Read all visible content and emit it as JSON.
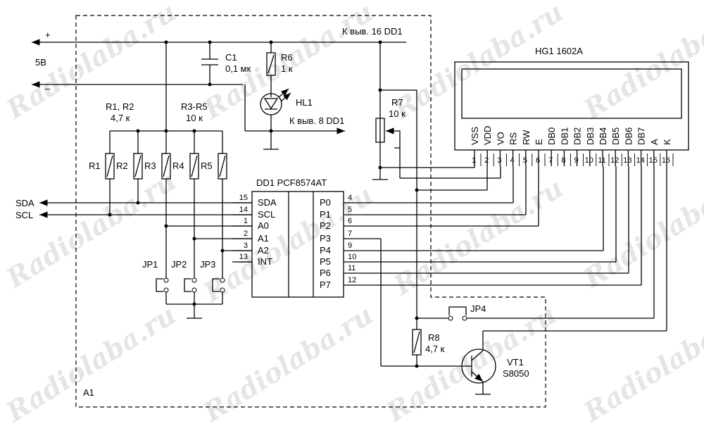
{
  "watermark": "Radiolaba.ru",
  "supply": {
    "plus": "+",
    "minus": "–",
    "voltage": "5В"
  },
  "block_label": "A1",
  "net_labels": {
    "pin16": "К выв. 16 DD1",
    "pin8": "К выв. 8 DD1"
  },
  "c1": {
    "name": "C1",
    "value": "0,1 мк"
  },
  "r6": {
    "name": "R6",
    "value": "1 к"
  },
  "hl1": "HL1",
  "r12_group": {
    "name": "R1, R2",
    "value": "4,7 к"
  },
  "r35_group": {
    "name": "R3-R5",
    "value": "10 к"
  },
  "resistors": [
    "R1",
    "R2",
    "R3",
    "R4",
    "R5"
  ],
  "r7": {
    "name": "R7",
    "value": "10 к"
  },
  "r8": {
    "name": "R8",
    "value": "4,7 к"
  },
  "vt1": {
    "name": "VT1",
    "part": "S8050"
  },
  "jp4": "JP4",
  "jumpers": [
    "JP1",
    "JP2",
    "JP3"
  ],
  "bus": {
    "sda": "SDA",
    "scl": "SCL"
  },
  "ic": {
    "title": "DD1 PCF8574AT",
    "left_pins": [
      {
        "num": "15",
        "name": "SDA"
      },
      {
        "num": "14",
        "name": "SCL"
      },
      {
        "num": "1",
        "name": "A0"
      },
      {
        "num": "2",
        "name": "A1"
      },
      {
        "num": "3",
        "name": "A2"
      },
      {
        "num": "13",
        "name": "INT"
      }
    ],
    "right_pins": [
      {
        "num": "4",
        "name": "P0"
      },
      {
        "num": "5",
        "name": "P1"
      },
      {
        "num": "6",
        "name": "P2"
      },
      {
        "num": "7",
        "name": "P3"
      },
      {
        "num": "9",
        "name": "P4"
      },
      {
        "num": "10",
        "name": "P5"
      },
      {
        "num": "11",
        "name": "P6"
      },
      {
        "num": "12",
        "name": "P7"
      }
    ]
  },
  "lcd": {
    "title": "HG1 1602A",
    "pins": [
      {
        "num": "1",
        "name": "VSS"
      },
      {
        "num": "2",
        "name": "VDD"
      },
      {
        "num": "3",
        "name": "VO"
      },
      {
        "num": "4",
        "name": "RS"
      },
      {
        "num": "5",
        "name": "RW"
      },
      {
        "num": "6",
        "name": "E"
      },
      {
        "num": "7",
        "name": "DB0"
      },
      {
        "num": "8",
        "name": "DB1"
      },
      {
        "num": "9",
        "name": "DB2"
      },
      {
        "num": "10",
        "name": "DB3"
      },
      {
        "num": "11",
        "name": "DB4"
      },
      {
        "num": "12",
        "name": "DB5"
      },
      {
        "num": "13",
        "name": "DB6"
      },
      {
        "num": "14",
        "name": "DB7"
      },
      {
        "num": "15",
        "name": "A"
      },
      {
        "num": "16",
        "name": "K"
      }
    ]
  }
}
